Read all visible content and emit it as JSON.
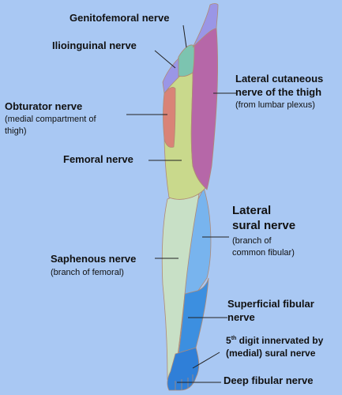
{
  "labels": {
    "genitofemoral": "Genitofemoral nerve",
    "ilioinguinal": "Ilioinguinal nerve",
    "lateral_cutaneous_line1": "Lateral cutaneous",
    "lateral_cutaneous_line2": "nerve of the thigh",
    "lateral_cutaneous_sub": "(from lumbar plexus)",
    "obturator": "Obturator nerve",
    "obturator_sub1": "(medial compartment of",
    "obturator_sub2": "thigh)",
    "femoral": "Femoral nerve",
    "lateral_sural_line1": "Lateral",
    "lateral_sural_line2": "sural nerve",
    "lateral_sural_sub1": "(branch of",
    "lateral_sural_sub2": "common fibular)",
    "saphenous": "Saphenous nerve",
    "saphenous_sub": "(branch of femoral)",
    "superficial_fibular_line1": "Superficial fibular",
    "superficial_fibular_line2": "nerve",
    "digit_num": "5",
    "digit_sup": "th",
    "digit_rest": " digit innervated by",
    "digit_line2": "(medial) sural nerve",
    "deep_fibular": "Deep fibular nerve"
  },
  "colors": {
    "background": "#a9c8f3",
    "genitofemoral": "#7cc4b0",
    "ilioinguinal": "#9a96e6",
    "lateral_cutaneous": "#b667a8",
    "obturator": "#d98377",
    "femoral": "#c9d98c",
    "saphenous": "#c8e0c6",
    "lateral_sural": "#78b4ee",
    "superficial_fibular": "#3c8fe0",
    "sural_digit": "#2f7fd8",
    "outline": "#b08a74"
  }
}
